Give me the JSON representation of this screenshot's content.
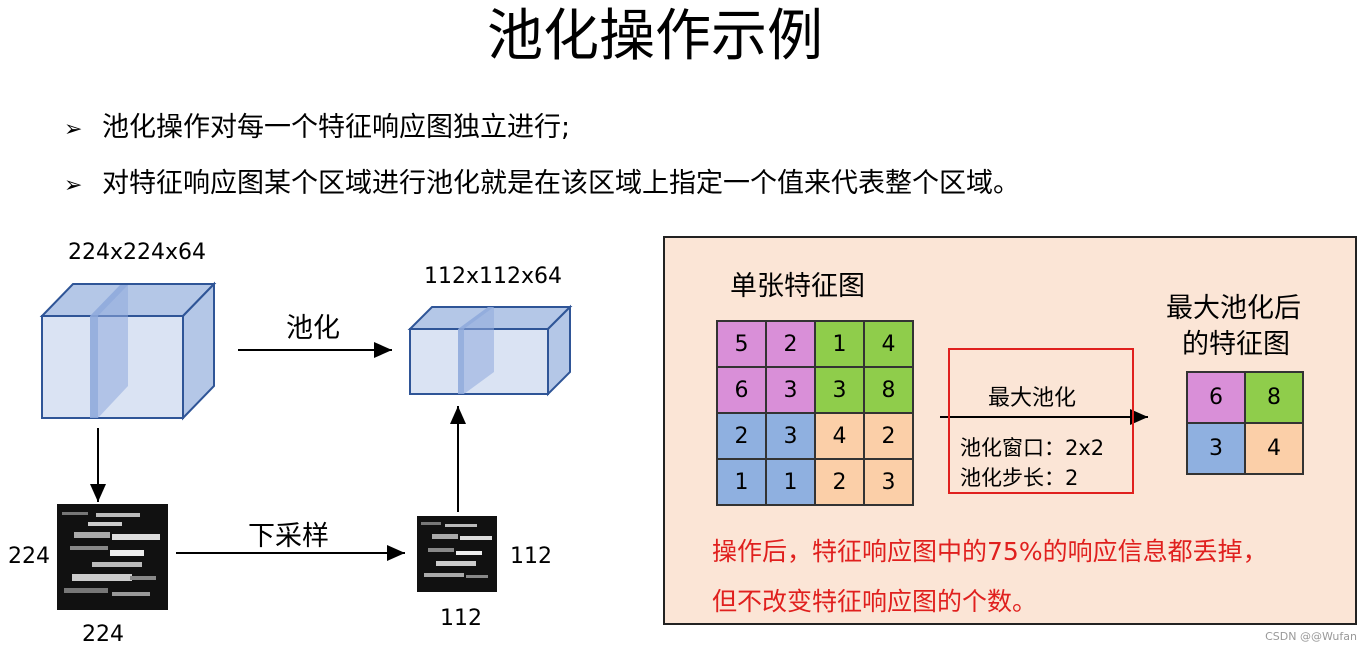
{
  "title": "池化操作示例",
  "bullets": [
    {
      "mark": "➢",
      "text": "池化操作对每一个特征响应图独立进行;"
    },
    {
      "mark": "➢",
      "text": "对特征响应图某个区域进行池化就是在该区域上指定一个值来代表整个区域。"
    }
  ],
  "left": {
    "input_dims": "224x224x64",
    "output_dims": "112x112x64",
    "pool_label": "池化",
    "downsample_label": "下采样",
    "img_large_side": "224",
    "img_large_bottom": "224",
    "img_small_side": "112",
    "img_small_bottom": "112"
  },
  "panel": {
    "heading": "单张特征图",
    "input_matrix": [
      [
        {
          "v": "5",
          "c": "pink"
        },
        {
          "v": "2",
          "c": "pink"
        },
        {
          "v": "1",
          "c": "green"
        },
        {
          "v": "4",
          "c": "green"
        }
      ],
      [
        {
          "v": "6",
          "c": "pink"
        },
        {
          "v": "3",
          "c": "pink"
        },
        {
          "v": "3",
          "c": "green"
        },
        {
          "v": "8",
          "c": "green"
        }
      ],
      [
        {
          "v": "2",
          "c": "blue"
        },
        {
          "v": "3",
          "c": "blue"
        },
        {
          "v": "4",
          "c": "peach"
        },
        {
          "v": "2",
          "c": "peach"
        }
      ],
      [
        {
          "v": "1",
          "c": "blue"
        },
        {
          "v": "1",
          "c": "blue"
        },
        {
          "v": "2",
          "c": "peach"
        },
        {
          "v": "3",
          "c": "peach"
        }
      ]
    ],
    "op_label": "最大池化",
    "window_label": "池化窗口：2x2",
    "stride_label": "池化步长：2",
    "result_heading_1": "最大池化后",
    "result_heading_2": "的特征图",
    "output_matrix": [
      [
        {
          "v": "6",
          "c": "pink"
        },
        {
          "v": "8",
          "c": "green"
        }
      ],
      [
        {
          "v": "3",
          "c": "blue"
        },
        {
          "v": "4",
          "c": "peach"
        }
      ]
    ],
    "note_1": "操作后，特征响应图中的75%的响应信息都丢掉，",
    "note_2": "但不改变特征响应图的个数。"
  },
  "colors": {
    "pink": "#d98fd8",
    "green": "#8fcd4b",
    "blue": "#8fb0e0",
    "peach": "#fbcfa8",
    "panel_bg": "#fbe5d6",
    "red": "#e0201e",
    "cube_front": "#dae3f3",
    "cube_slice": "#8faadc"
  },
  "watermark": "CSDN @@Wufan"
}
